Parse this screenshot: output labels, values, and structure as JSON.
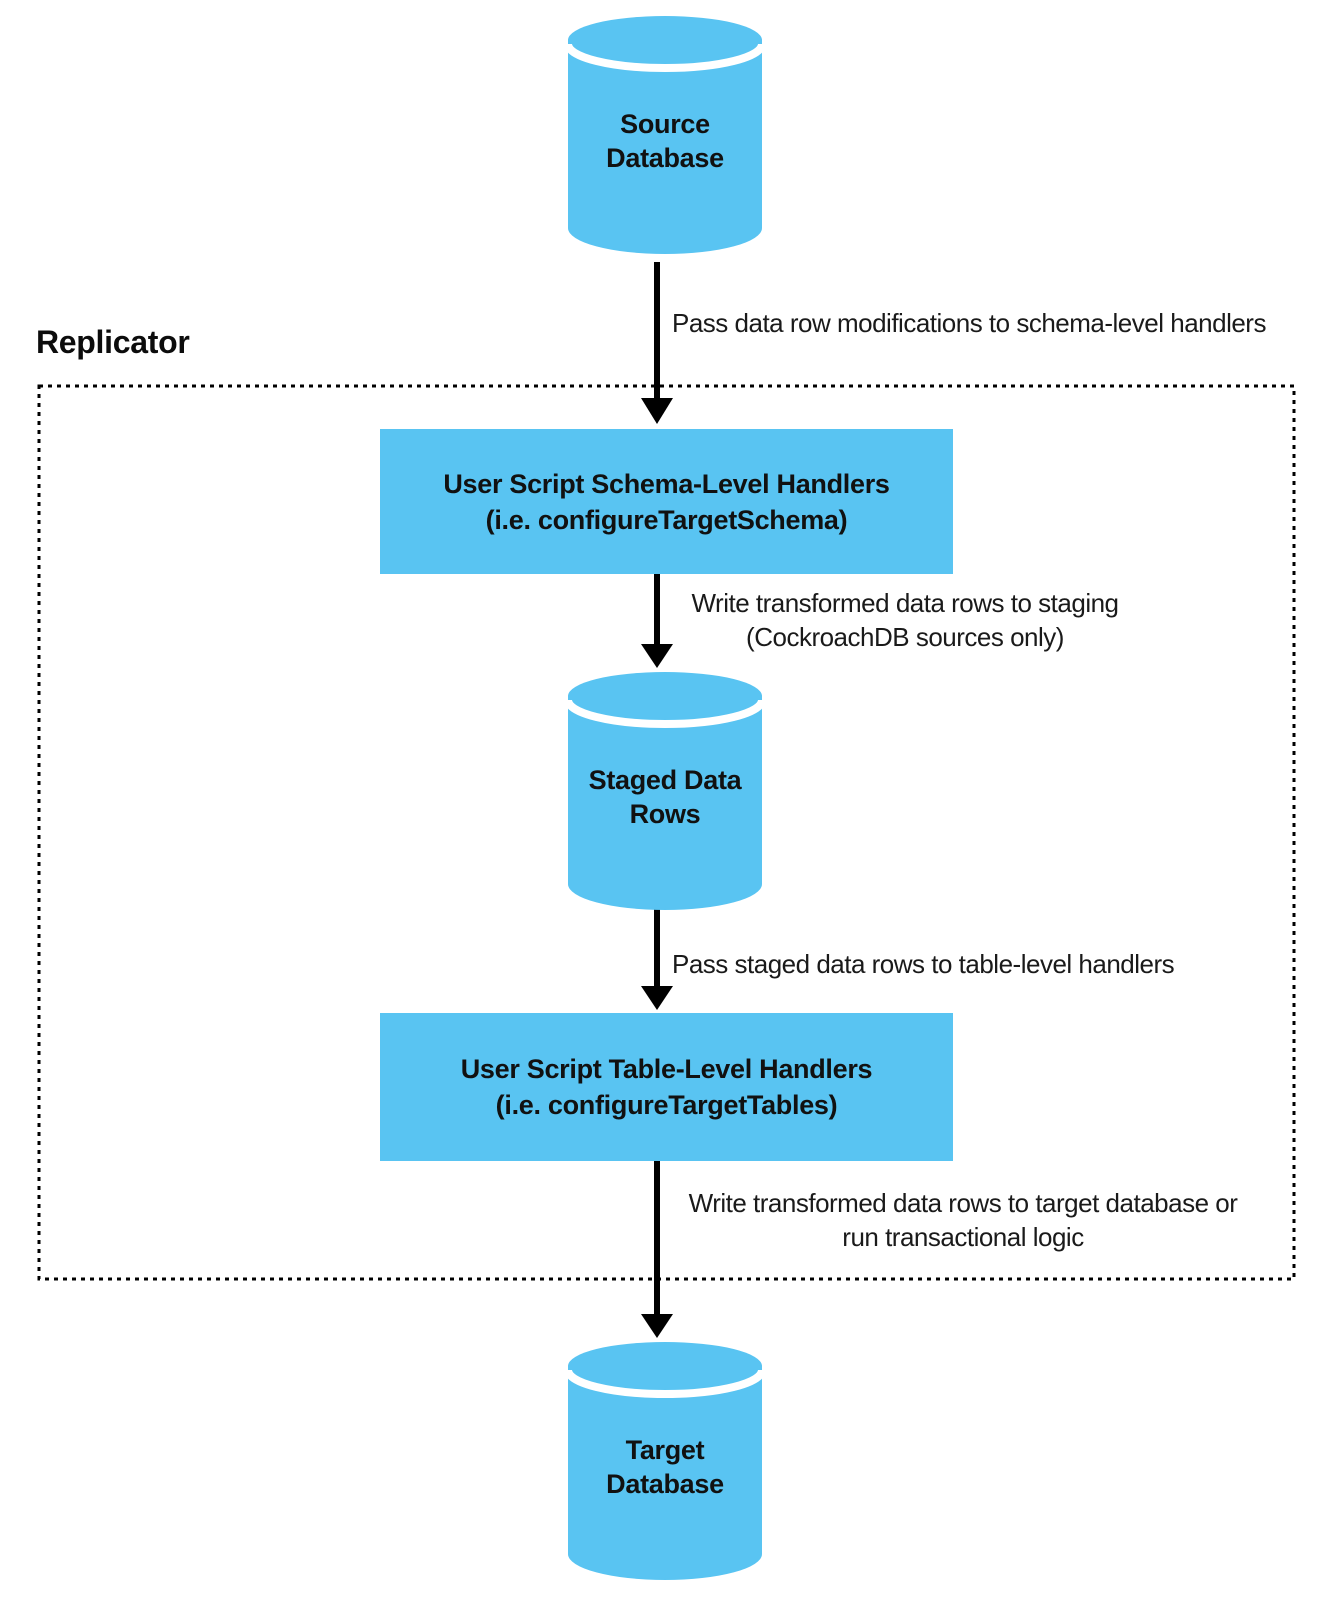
{
  "replicator": {
    "label": "Replicator"
  },
  "nodes": {
    "source_database": {
      "label": "Source\nDatabase",
      "shape": "database-cylinder"
    },
    "schema_handlers": {
      "label": "User Script Schema-Level Handlers",
      "sublabel": "(i.e. configureTargetSchema)",
      "shape": "rectangle"
    },
    "staged_data_rows": {
      "label": "Staged Data\nRows",
      "shape": "database-cylinder"
    },
    "table_handlers": {
      "label": "User Script Table-Level Handlers",
      "sublabel": "(i.e. configureTargetTables)",
      "shape": "rectangle"
    },
    "target_database": {
      "label": "Target\nDatabase",
      "shape": "database-cylinder"
    }
  },
  "edges": {
    "source_to_schema": {
      "label": "Pass data row modifications to schema-level handlers"
    },
    "schema_to_staging": {
      "label": "Write transformed data rows to staging\n(CockroachDB sources only)"
    },
    "staging_to_table": {
      "label": "Pass staged data rows to table-level handlers"
    },
    "table_to_target": {
      "label": "Write transformed data rows to target database or\nrun transactional logic"
    }
  },
  "colors": {
    "node_fill": "#59C4F2",
    "cylinder_separator": "#FFFFFF",
    "line": "#000000",
    "node_text": "#111111",
    "edge_text": "#1A1A1A"
  }
}
